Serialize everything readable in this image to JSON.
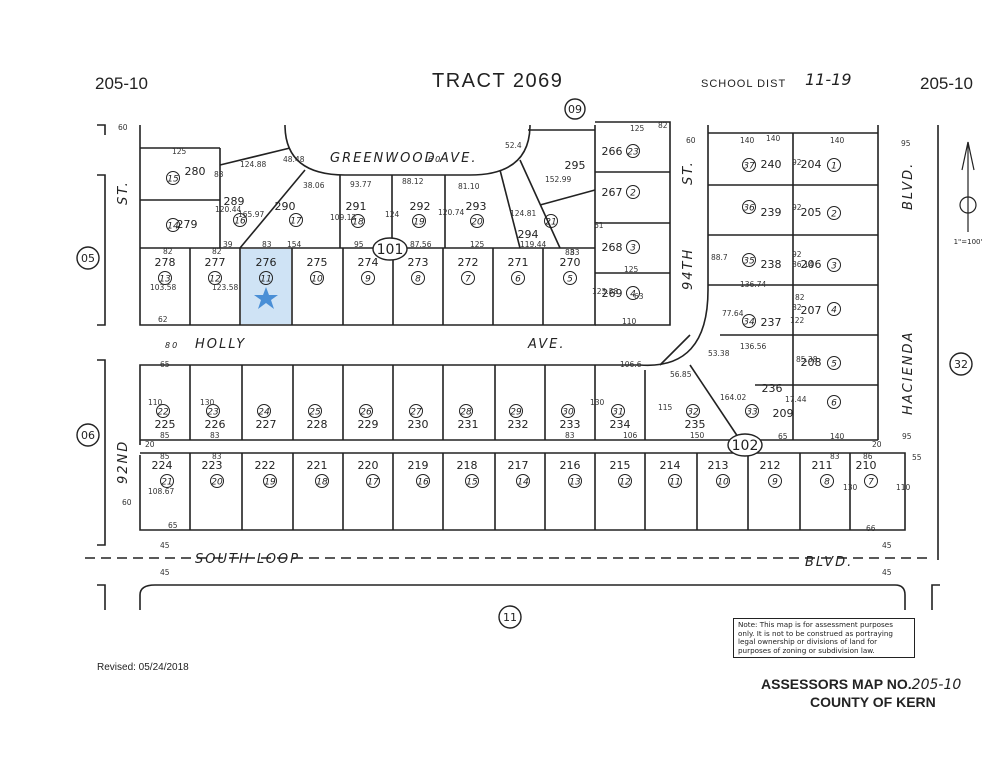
{
  "header": {
    "map_left": "205-10",
    "title": "TRACT 2069",
    "school_dist": "SCHOOL DIST",
    "school_dist_value": "11-19",
    "map_right": "205-10",
    "top_circle": "09"
  },
  "side_labels": {
    "left_05": "05",
    "left_06": "06",
    "right_32": "32",
    "bottom_11": "11"
  },
  "streets": {
    "greenwood": "GREENWOOD",
    "greenwood_60": "60",
    "greenwood_ave": "AVE.",
    "holly": "HOLLY",
    "holly_ave": "AVE.",
    "holly_80": "80",
    "st_92": "92ND",
    "st_92_st": "ST.",
    "st_94": "94TH",
    "st_94_st": "ST.",
    "hacienda": "HACIENDA",
    "hacienda_blvd": "BLVD.",
    "south_loop": "SOUTH  LOOP",
    "south_loop_blvd": "BLVD."
  },
  "blocks": {
    "block_101": "101",
    "block_102": "102"
  },
  "scale": "1\"=100'",
  "row_a": [
    {
      "parcel": "278",
      "lot": "13"
    },
    {
      "parcel": "277",
      "lot": "12"
    },
    {
      "parcel": "276",
      "lot": "11"
    },
    {
      "parcel": "275",
      "lot": "10"
    },
    {
      "parcel": "274",
      "lot": "9"
    },
    {
      "parcel": "273",
      "lot": "8"
    },
    {
      "parcel": "272",
      "lot": "7"
    },
    {
      "parcel": "271",
      "lot": "6"
    },
    {
      "parcel": "270",
      "lot": "5"
    }
  ],
  "row_b": [
    {
      "parcel": "280",
      "lot": "15"
    },
    {
      "parcel": "279",
      "lot": "14"
    },
    {
      "parcel": "289",
      "lot": "16"
    },
    {
      "parcel": "290",
      "lot": "17"
    },
    {
      "parcel": "291",
      "lot": "18"
    },
    {
      "parcel": "292",
      "lot": "19"
    },
    {
      "parcel": "293",
      "lot": "20"
    },
    {
      "parcel": "294",
      "lot": "21"
    },
    {
      "parcel": "295",
      "lot": ""
    }
  ],
  "col_94": [
    {
      "parcel": "266",
      "lot": "23"
    },
    {
      "parcel": "267",
      "lot": "2"
    },
    {
      "parcel": "268",
      "lot": "3"
    },
    {
      "parcel": "269",
      "lot": "4"
    }
  ],
  "right_block": [
    {
      "parcel": "240",
      "lot": "37"
    },
    {
      "parcel": "204",
      "lot": "1"
    },
    {
      "parcel": "239",
      "lot": "36"
    },
    {
      "parcel": "205",
      "lot": "2"
    },
    {
      "parcel": "238",
      "lot": "35"
    },
    {
      "parcel": "206",
      "lot": "3"
    },
    {
      "parcel": "237",
      "lot": "34"
    },
    {
      "parcel": "207",
      "lot": "4"
    },
    {
      "parcel": "236",
      "lot": "33"
    },
    {
      "parcel": "208",
      "lot": "5"
    },
    {
      "parcel": "209",
      "lot": "6"
    }
  ],
  "row_c": [
    {
      "parcel": "225",
      "lot": "22"
    },
    {
      "parcel": "226",
      "lot": "23"
    },
    {
      "parcel": "227",
      "lot": "24"
    },
    {
      "parcel": "228",
      "lot": "25"
    },
    {
      "parcel": "229",
      "lot": "26"
    },
    {
      "parcel": "230",
      "lot": "27"
    },
    {
      "parcel": "231",
      "lot": "28"
    },
    {
      "parcel": "232",
      "lot": "29"
    },
    {
      "parcel": "233",
      "lot": "30"
    },
    {
      "parcel": "234",
      "lot": "31"
    },
    {
      "parcel": "235",
      "lot": "32"
    }
  ],
  "row_d": [
    {
      "parcel": "224",
      "lot": "21"
    },
    {
      "parcel": "223",
      "lot": "20"
    },
    {
      "parcel": "222",
      "lot": "19"
    },
    {
      "parcel": "221",
      "lot": "18"
    },
    {
      "parcel": "220",
      "lot": "17"
    },
    {
      "parcel": "219",
      "lot": "16"
    },
    {
      "parcel": "218",
      "lot": "15"
    },
    {
      "parcel": "217",
      "lot": "14"
    },
    {
      "parcel": "216",
      "lot": "13"
    },
    {
      "parcel": "215",
      "lot": "12"
    },
    {
      "parcel": "214",
      "lot": "11"
    },
    {
      "parcel": "213",
      "lot": "10"
    },
    {
      "parcel": "212",
      "lot": "9"
    },
    {
      "parcel": "211",
      "lot": "8"
    },
    {
      "parcel": "210",
      "lot": "7"
    }
  ],
  "dimensions": [
    "60",
    "125",
    "124.88",
    "48.48",
    "38.06",
    "93.77",
    "88.12",
    "81.10",
    "52.4",
    "152.99",
    "125",
    "60",
    "140",
    "140",
    "95",
    "83",
    "120.44",
    "165.97",
    "109.12",
    "124",
    "120.74",
    "124.81",
    "61",
    "83",
    "82",
    "82",
    "39",
    "83",
    "154",
    "95",
    "87.56",
    "125",
    "119.44",
    "83",
    "125",
    "103.58",
    "123.58",
    "123.58",
    "63",
    "110",
    "62",
    "65",
    "110",
    "130",
    "130",
    "115",
    "106.6",
    "56.85",
    "53.38",
    "77.64",
    "136.74",
    "136.56",
    "85.38",
    "88.7",
    "86.14",
    "122",
    "164.02",
    "17.44",
    "65",
    "140",
    "85",
    "83",
    "83",
    "106",
    "150",
    "95",
    "20",
    "20",
    "85",
    "83",
    "83",
    "86",
    "55",
    "108.67",
    "60",
    "130",
    "110",
    "65",
    "66",
    "45",
    "45",
    "45",
    "45",
    "140",
    "92",
    "92",
    "92",
    "82",
    "82",
    "82",
    "125"
  ],
  "note_text": "Note: This map is for assessment purposes only. It is not to be construed as portraying legal ownership or divisions of land for purposes of zoning or subdivision law.",
  "revised": "Revised:  05/24/2018",
  "footer": {
    "map_no_label": "ASSESSORS MAP NO.",
    "map_no_value": "205-10",
    "county": "COUNTY OF KERN"
  },
  "highlight": {
    "parcel": "276",
    "color": "#cfe3f5",
    "star_color": "#4a8fd6"
  }
}
